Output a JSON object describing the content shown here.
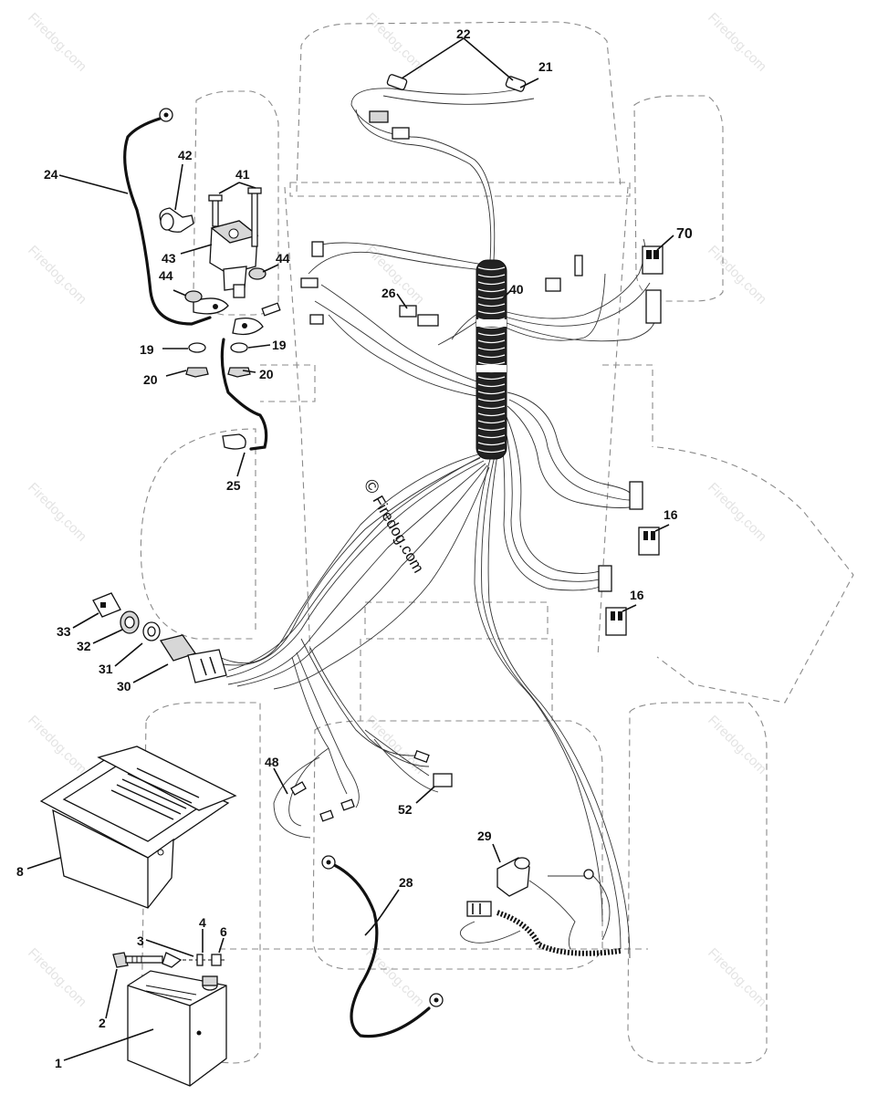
{
  "watermark": {
    "brand": "Firedog.com",
    "center_copyright": "©",
    "center_text": "Firedog.com"
  },
  "labels": {
    "p1": "1",
    "p2": "2",
    "p3": "3",
    "p4": "4",
    "p6": "6",
    "p8": "8",
    "p16a": "16",
    "p16b": "16",
    "p19a": "19",
    "p19b": "19",
    "p20a": "20",
    "p20b": "20",
    "p21": "21",
    "p22": "22",
    "p24": "24",
    "p25": "25",
    "p26": "26",
    "p28": "28",
    "p29": "29",
    "p30": "30",
    "p31": "31",
    "p32": "32",
    "p33": "33",
    "p40": "40",
    "p41": "41",
    "p42": "42",
    "p43": "43",
    "p44a": "44",
    "p44b": "44",
    "p48": "48",
    "p52": "52",
    "p70": "70"
  }
}
